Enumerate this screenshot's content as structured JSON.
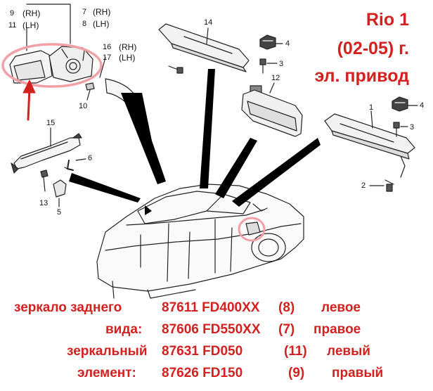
{
  "callouts": {
    "c9": "9",
    "c11": "11",
    "rh_lh_9": "(RH)",
    "lh_9": "(LH)",
    "c7": "7",
    "c8": "8",
    "rh_7": "(RH)",
    "lh_8": "(LH)",
    "c16": "16",
    "c17": "17",
    "rh_16": "(RH)",
    "lh_17": "(LH)",
    "c10": "10",
    "c14": "14",
    "c4a": "4",
    "c3a": "3",
    "c12": "12",
    "c1": "1",
    "c4b": "4",
    "c3b": "3",
    "c2": "2",
    "c15": "15",
    "c6": "6",
    "c13": "13",
    "c5": "5"
  },
  "title": {
    "line1": "Rio 1",
    "line2": "(02-05) г.",
    "line3": "эл. привод"
  },
  "parts_info": [
    {
      "label": "зеркало заднего",
      "part_no": "87611 FD400XX",
      "ref": "(8)",
      "side": "левое"
    },
    {
      "label": "вида:",
      "part_no": "87606 FD550XX",
      "ref": "(7)",
      "side": "правое"
    },
    {
      "label": "зеркальный",
      "part_no": "87631 FD050",
      "ref": "(11)",
      "side": "левый"
    },
    {
      "label": "элемент:",
      "part_no": "87626 FD150",
      "ref": "(9)",
      "side": "правый"
    }
  ],
  "colors": {
    "accent_red": "#d4201f",
    "highlight_pink": "#f2a0a6",
    "line": "#222222"
  }
}
